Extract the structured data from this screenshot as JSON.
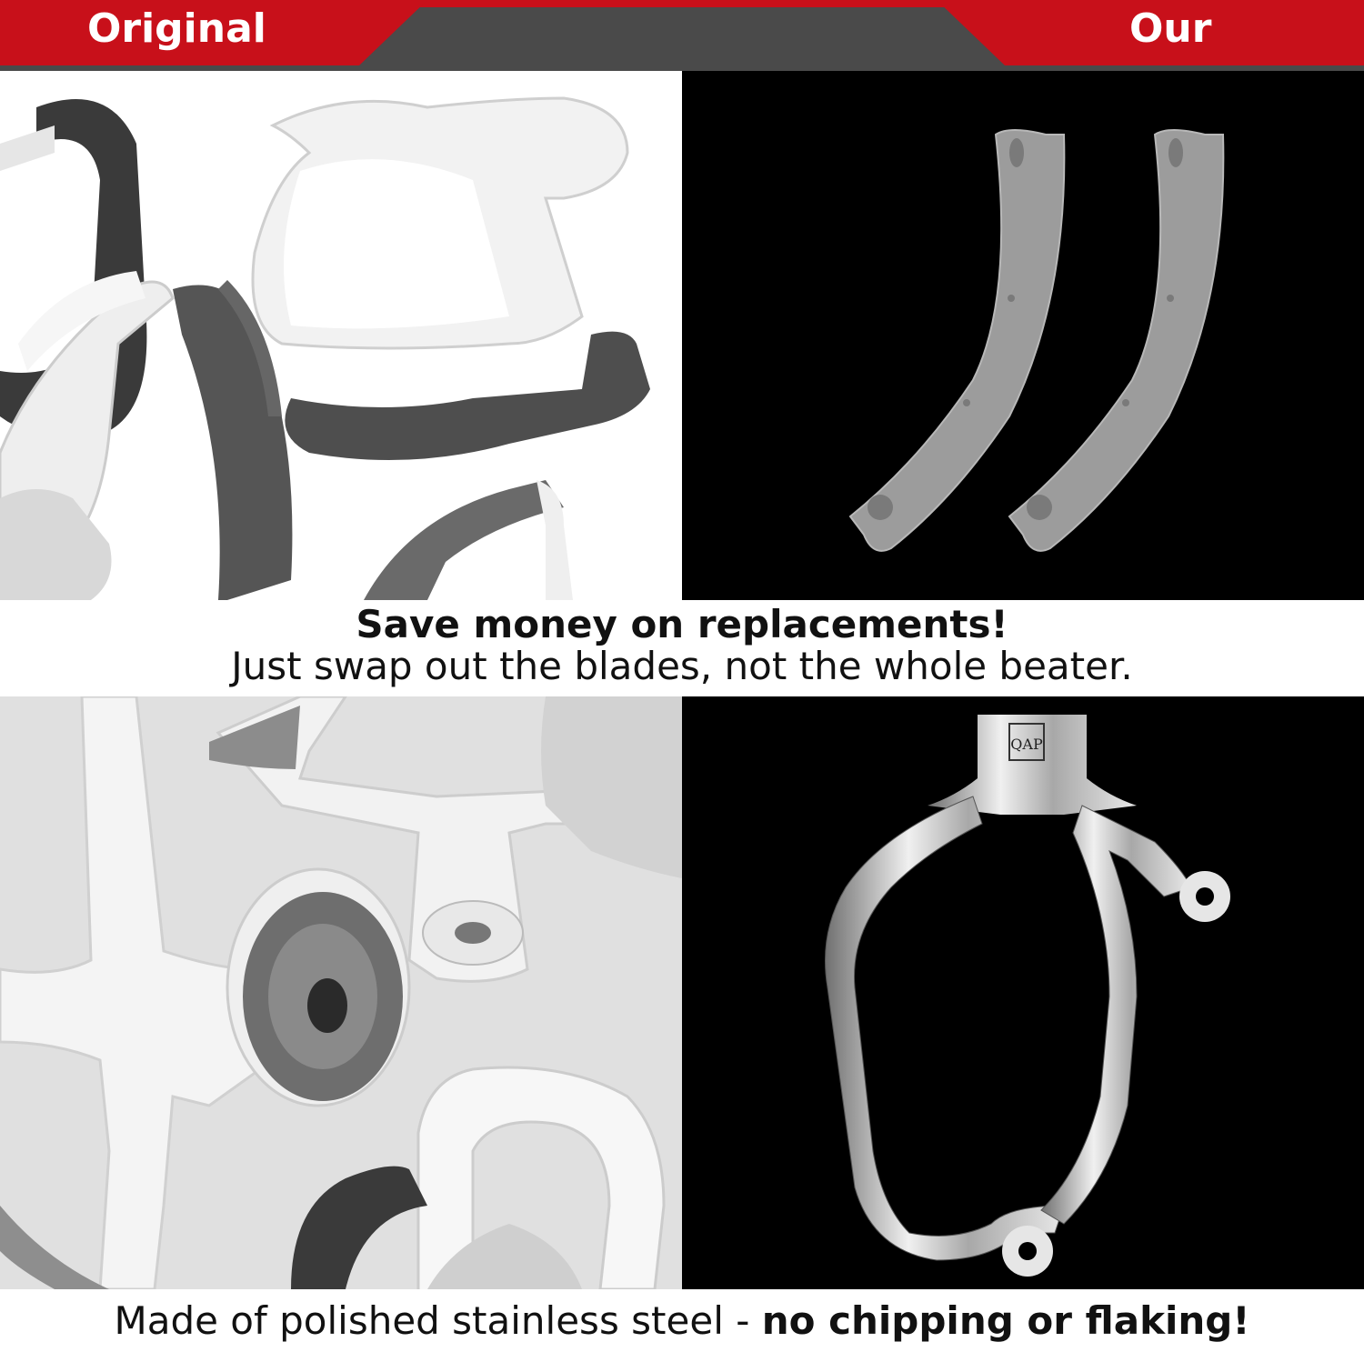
{
  "header": {
    "left_label": "Original",
    "right_label": "Our",
    "accent_color": "#c8101a",
    "bar_color": "#4a4a4a"
  },
  "panels": {
    "top_left": {
      "icon": "worn-beater-blades-photo"
    },
    "top_right": {
      "icon": "replacement-silicone-blades-photo"
    },
    "bottom_left": {
      "icon": "chipped-coated-beater-photo"
    },
    "bottom_right": {
      "icon": "stainless-steel-beater-photo",
      "logo_text": "QAP"
    }
  },
  "caption_middle": {
    "title": "Save money on replacements!",
    "subtitle": "Just swap out the blades, not the whole beater."
  },
  "caption_bottom": {
    "normal": "Made of polished stainless steel - ",
    "bold": "no chipping or flaking!"
  }
}
